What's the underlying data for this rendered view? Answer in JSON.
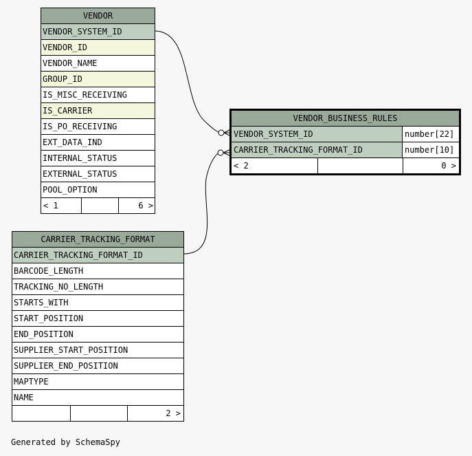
{
  "vendor": {
    "title": "VENDOR",
    "columns": [
      "VENDOR_SYSTEM_ID",
      "VENDOR_ID",
      "VENDOR_NAME",
      "GROUP_ID",
      "IS_MISC_RECEIVING",
      "IS_CARRIER",
      "IS_PO_RECEIVING",
      "EXT_DATA_IND",
      "INTERNAL_STATUS",
      "EXTERNAL_STATUS",
      "POOL_OPTION"
    ],
    "footer_left": "< 1",
    "footer_right": "6 >"
  },
  "rules": {
    "title": "VENDOR_BUSINESS_RULES",
    "columns": [
      {
        "name": "VENDOR_SYSTEM_ID",
        "type": "number[22]"
      },
      {
        "name": "CARRIER_TRACKING_FORMAT_ID",
        "type": "number[10]"
      }
    ],
    "footer_left": "< 2",
    "footer_right": "0 >"
  },
  "ctf": {
    "title": "CARRIER_TRACKING_FORMAT",
    "columns": [
      "CARRIER_TRACKING_FORMAT_ID",
      "BARCODE_LENGTH",
      "TRACKING_NO_LENGTH",
      "STARTS_WITH",
      "START_POSITION",
      "END_POSITION",
      "SUPPLIER_START_POSITION",
      "SUPPLIER_END_POSITION",
      "MAPTYPE",
      "NAME"
    ],
    "footer_right": "2 >"
  },
  "footer_text": "Generated by SchemaSpy"
}
